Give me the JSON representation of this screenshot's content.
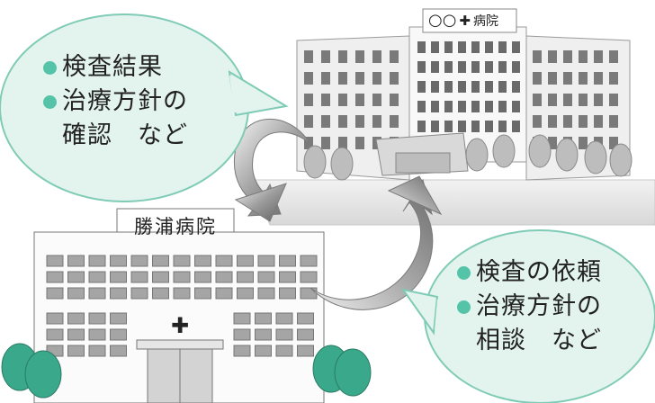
{
  "colors": {
    "bubble_fill": "#e3f4ef",
    "bubble_stroke": "#7fcbb5",
    "bullet": "#55c3a8",
    "tree": "#3aa98b",
    "arrow": "#8d8d8d"
  },
  "hospital_large": {
    "sign_circles": "○○",
    "sign_cross": "✚",
    "sign_name": "病院"
  },
  "hospital_small": {
    "sign": "勝浦病院",
    "cross": "✚"
  },
  "bubble_top": {
    "items": [
      "検査結果",
      "治療方針の"
    ],
    "continuation": "確認　など"
  },
  "bubble_bottom": {
    "items": [
      "検査の依頼",
      "治療方針の"
    ],
    "continuation": "相談　など"
  }
}
